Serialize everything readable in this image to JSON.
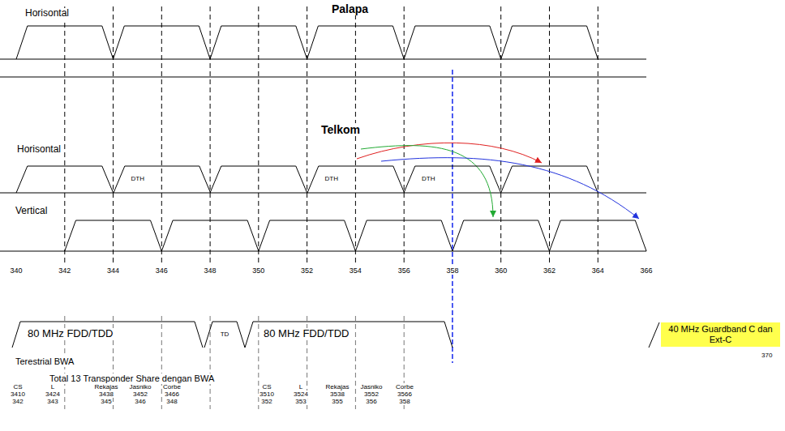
{
  "diagram": {
    "nodes": [
      {
        "text": [
          "DTH"
        ]
      },
      {
        "text": [
          "DTH"
        ]
      },
      {
        "text": [
          "DTH"
        ]
      },
      {
        "text": [
          "80 MHz FDD/TDD"
        ]
      },
      {
        "text": [
          "TD"
        ]
      },
      {
        "text": [
          "80 MHz FDD/TDD"
        ]
      },
      {
        "text": [
          "40 MHz Guardband C dan Ext-C"
        ]
      }
    ],
    "labels": [
      "Horisontal",
      "Palapa",
      "Telkom",
      "Horisontal",
      "Vertical",
      "340",
      "342",
      "344",
      "346",
      "348",
      "350",
      "352",
      "354",
      "356",
      "358",
      "360",
      "362",
      "364",
      "366",
      "370",
      "Terestrial BWA",
      "Total 13 Transponder Share dengan BWA",
      "CS",
      "3410",
      "342",
      "L",
      "3424",
      "343",
      "Rekajas",
      "3438",
      "345",
      "Jasniko",
      "3452",
      "346",
      "Corbe",
      "3466",
      "348",
      "CS",
      "3510",
      "352",
      "L",
      "3524",
      "353",
      "Rekajas",
      "3538",
      "355",
      "Jasniko",
      "3552",
      "356",
      "Corbe",
      "3566",
      "358"
    ]
  }
}
